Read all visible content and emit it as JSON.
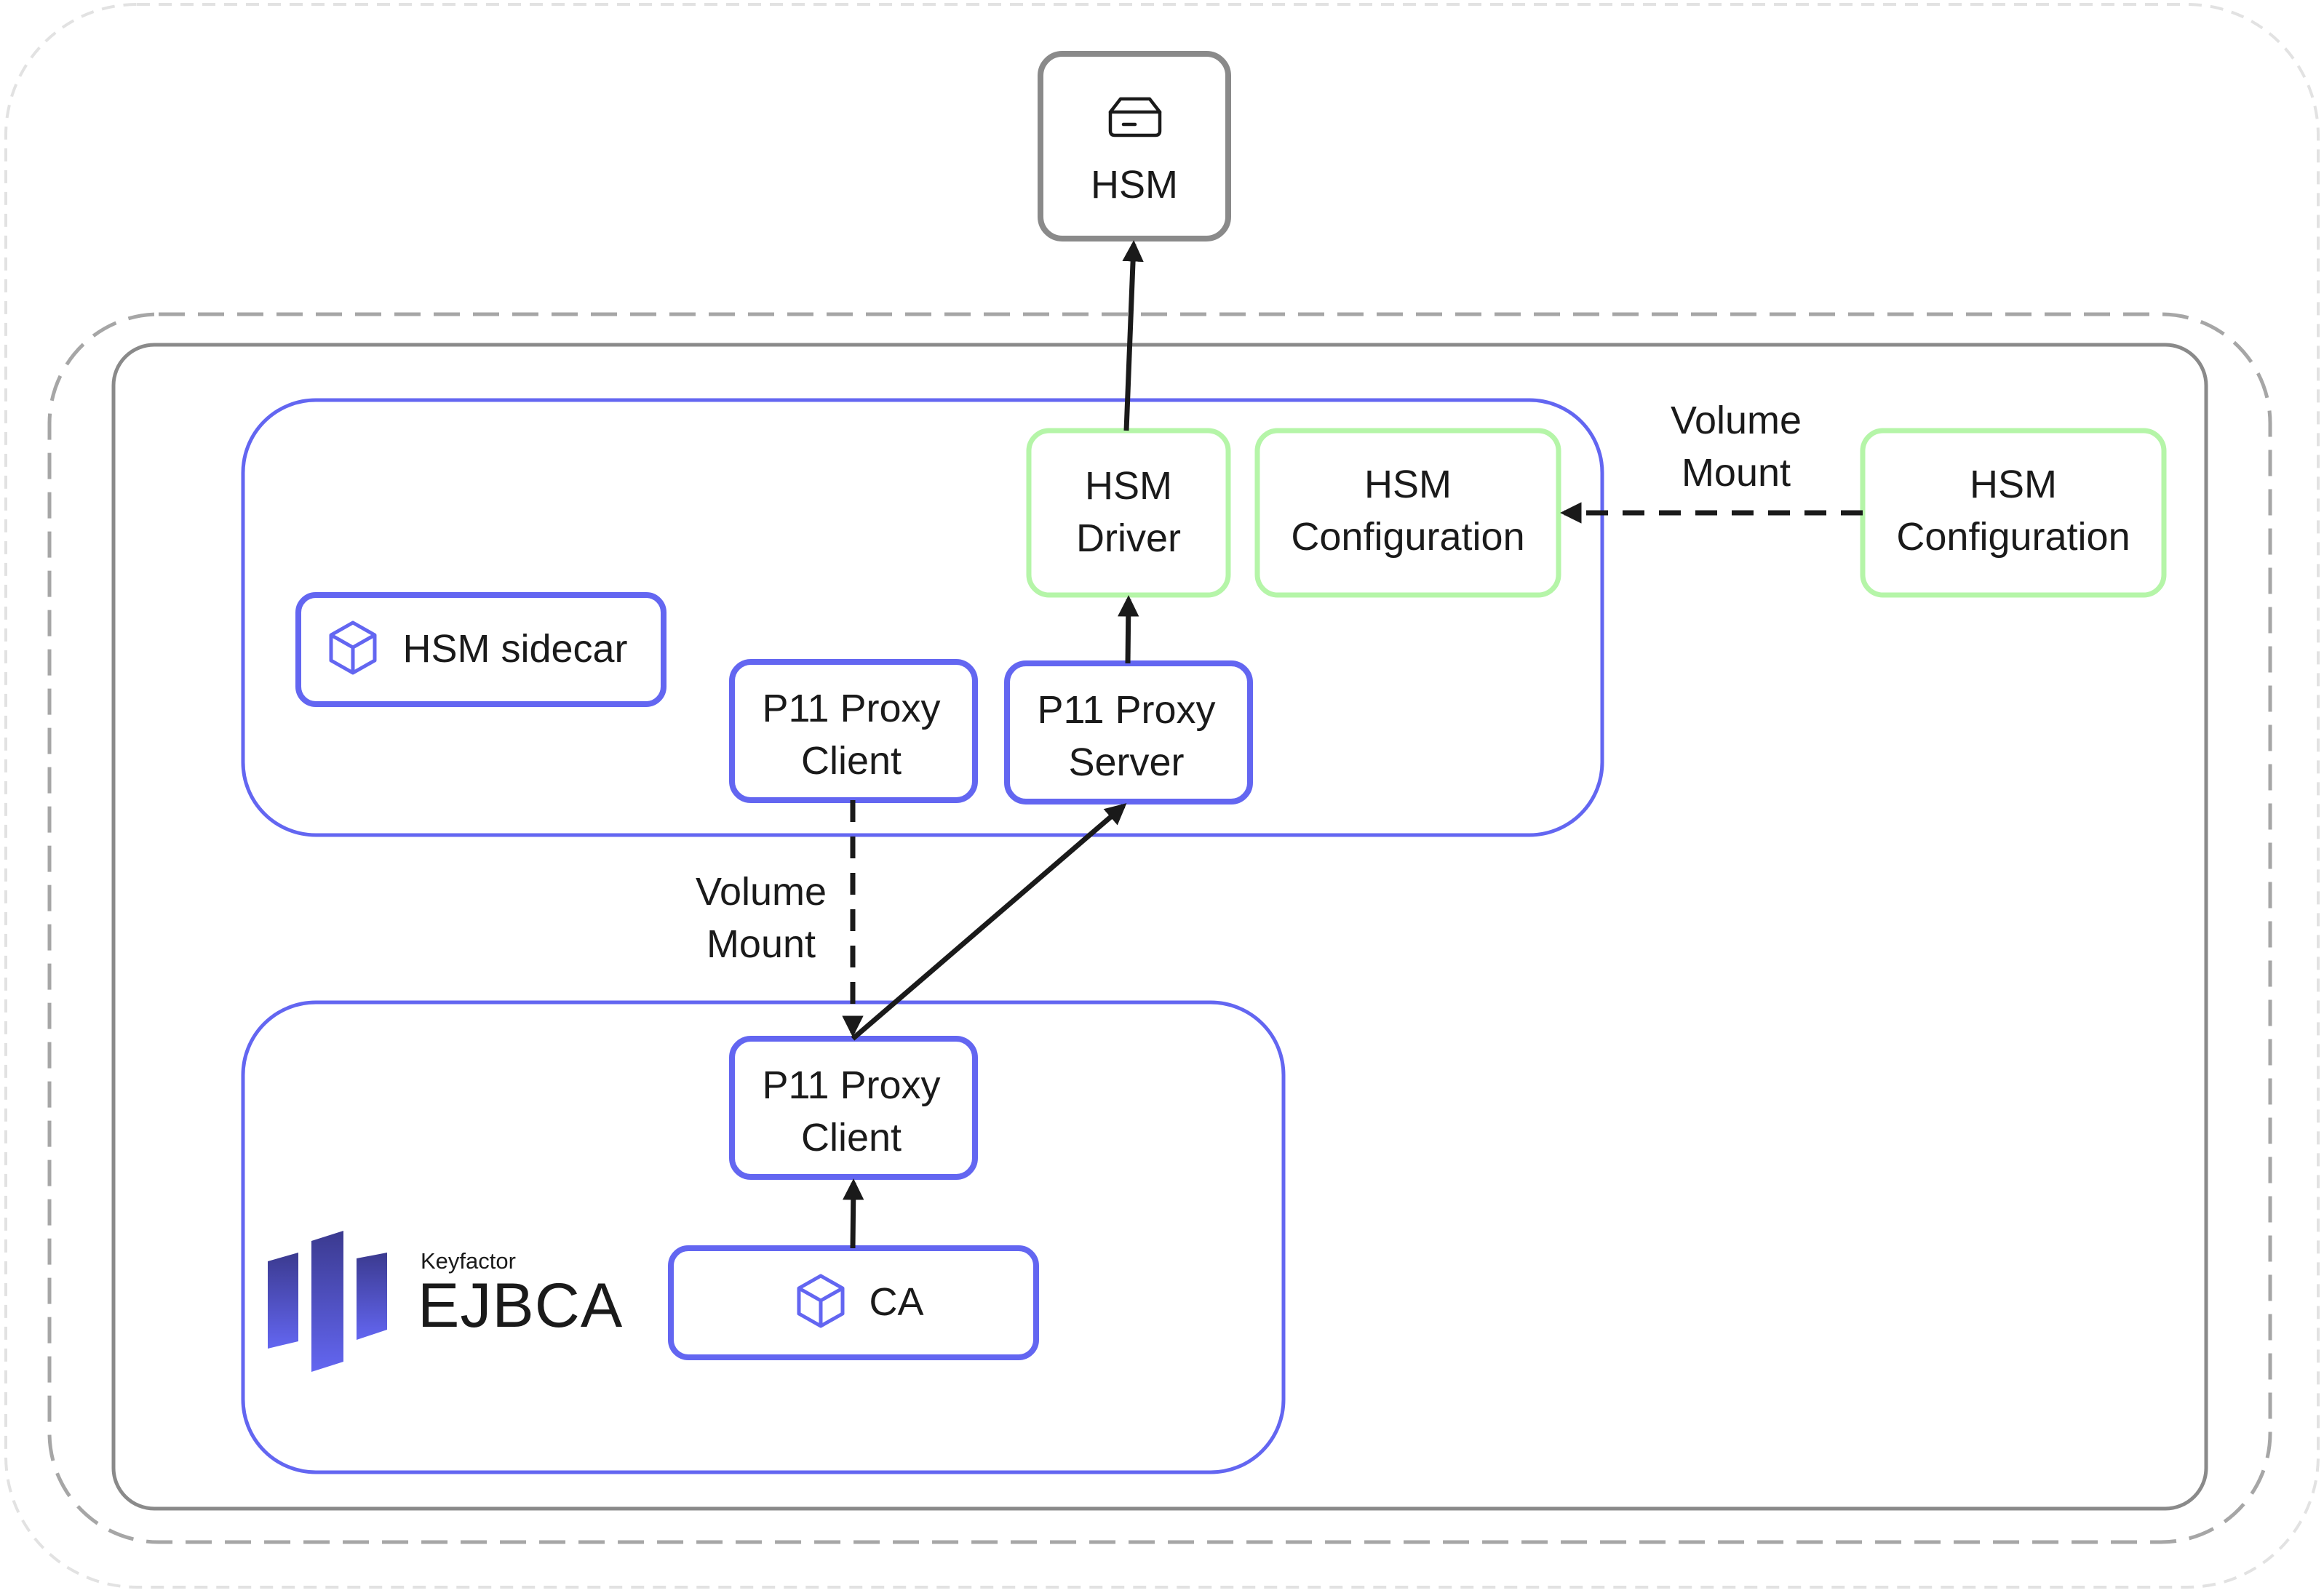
{
  "nodes": {
    "hsm": {
      "label": "HSM",
      "icon": "hsm-device-icon"
    },
    "hsm_driver": {
      "line1": "HSM",
      "line2": "Driver"
    },
    "hsm_config_inner": {
      "line1": "HSM",
      "line2": "Configuration"
    },
    "hsm_config_outer": {
      "line1": "HSM",
      "line2": "Configuration"
    },
    "hsm_sidecar": {
      "label": "HSM sidecar",
      "icon": "container-cube-icon"
    },
    "p11_client_sidecar": {
      "line1": "P11 Proxy",
      "line2": "Client"
    },
    "p11_server": {
      "line1": "P11 Proxy",
      "line2": "Server"
    },
    "p11_client_ejbca": {
      "line1": "P11 Proxy",
      "line2": "Client"
    },
    "ca": {
      "label": "CA",
      "icon": "container-cube-icon"
    }
  },
  "edge_labels": {
    "volume_mount_left": {
      "line1": "Volume",
      "line2": "Mount"
    },
    "volume_mount_right": {
      "line1": "Volume",
      "line2": "Mount"
    }
  },
  "logo": {
    "vendor": "Keyfactor",
    "product": "EJBCA",
    "icon": "ejbca-logo-icon"
  },
  "colors": {
    "container_border": "#6366f1",
    "config_border": "#b5f5a8",
    "hsm_border": "#8a8a8a",
    "node_border": "#8a8a8a",
    "arrow": "#1a1a1a",
    "cluster_dash": "#a6a6a6",
    "outer_dash": "#e0e0e0"
  }
}
